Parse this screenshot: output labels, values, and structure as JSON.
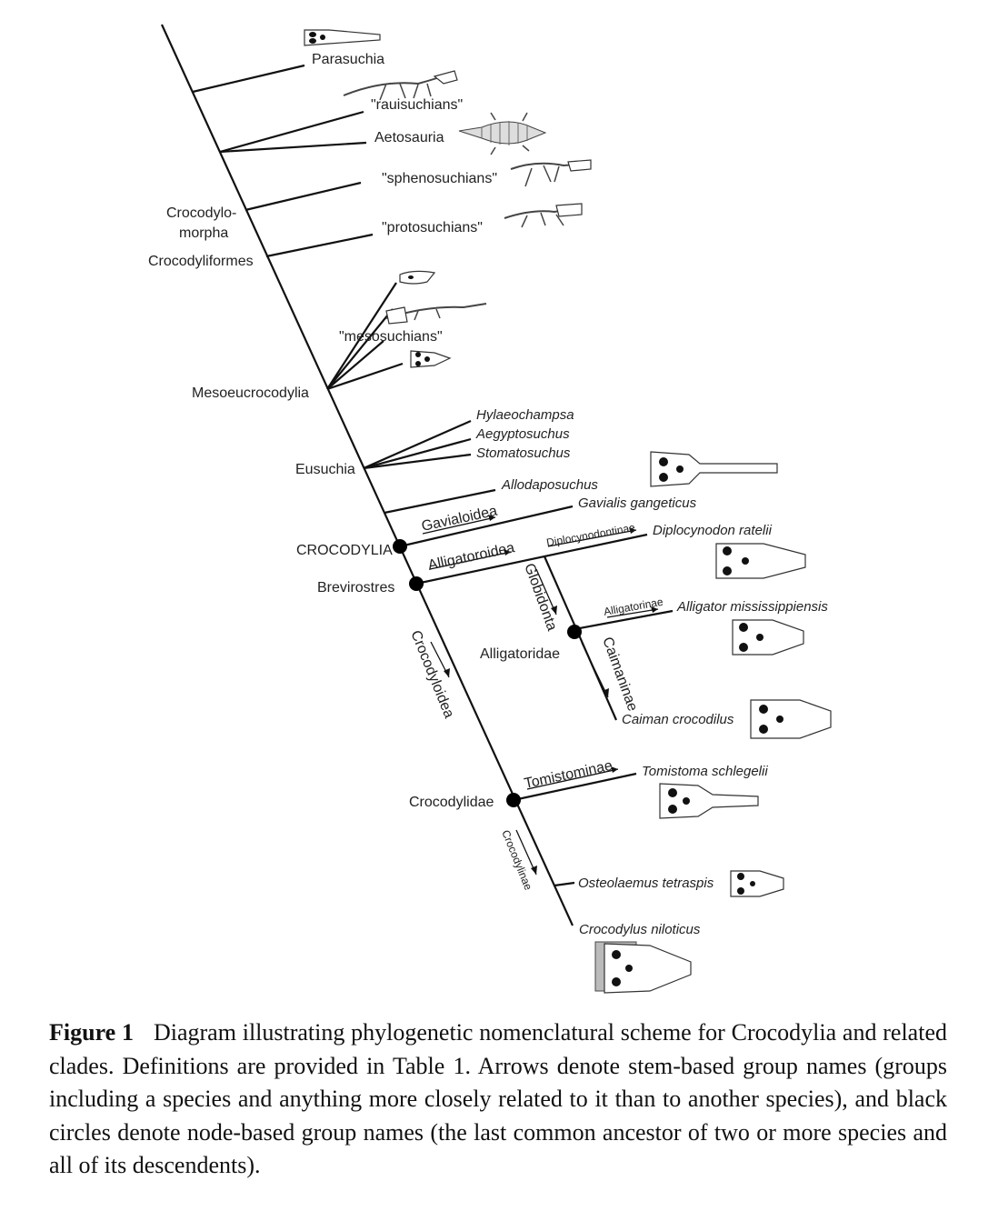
{
  "labels": {
    "parasuchia": "Parasuchia",
    "rauisuchians": "\"rauisuchians\"",
    "aetosauria": "Aetosauria",
    "sphenosuchians": "\"sphenosuchians\"",
    "protosuchians": "\"protosuchians\"",
    "crocodylomorpha_1": "Crocodylo-",
    "crocodylomorpha_2": "morpha",
    "crocodyliformes": "Crocodyliformes",
    "mesosuchians": "\"mesosuchians\"",
    "mesoeucrocodylia": "Mesoeucrocodylia",
    "hylaeochampsa": "Hylaeochampsa",
    "aegyptosuchus": "Aegyptosuchus",
    "stomatosuchus": "Stomatosuchus",
    "eusuchia": "Eusuchia",
    "allodaposuchus": "Allodaposuchus",
    "gavialoidea": "Gavialoidea",
    "gavialis": "Gavialis gangeticus",
    "crocodylia": "CROCODYLIA",
    "alligatoroidea": "Alligatoroidea",
    "diplocynodontinae": "Diplocynodontinae",
    "diplocynodon": "Diplocynodon ratelii",
    "brevirostres": "Brevirostres",
    "globidonta": "Globidonta",
    "alligatorinae": "Alligatorinae",
    "alligator": "Alligator mississippiensis",
    "alligatoridae": "Alligatoridae",
    "caimaninae": "Caimaninae",
    "caiman": "Caiman crocodilus",
    "crocodyloidea": "Crocodyloidea",
    "tomistominae": "Tomistominae",
    "tomistoma": "Tomistoma schlegelii",
    "crocodylidae": "Crocodylidae",
    "crocodylinae": "Crocodylinae",
    "osteolaemus": "Osteolaemus tetraspis",
    "crocodylus": "Crocodylus niloticus"
  },
  "caption": {
    "label": "Figure 1",
    "text": "Diagram illustrating phylogenetic nomenclatural scheme for Crocodylia and related clades. Definitions are provided in Table 1. Arrows denote stem-based group names (groups including a species and anything more closely related to it than to another species), and black circles denote node-based group names (the last common ancestor of two or more species and all of its descendents)."
  }
}
